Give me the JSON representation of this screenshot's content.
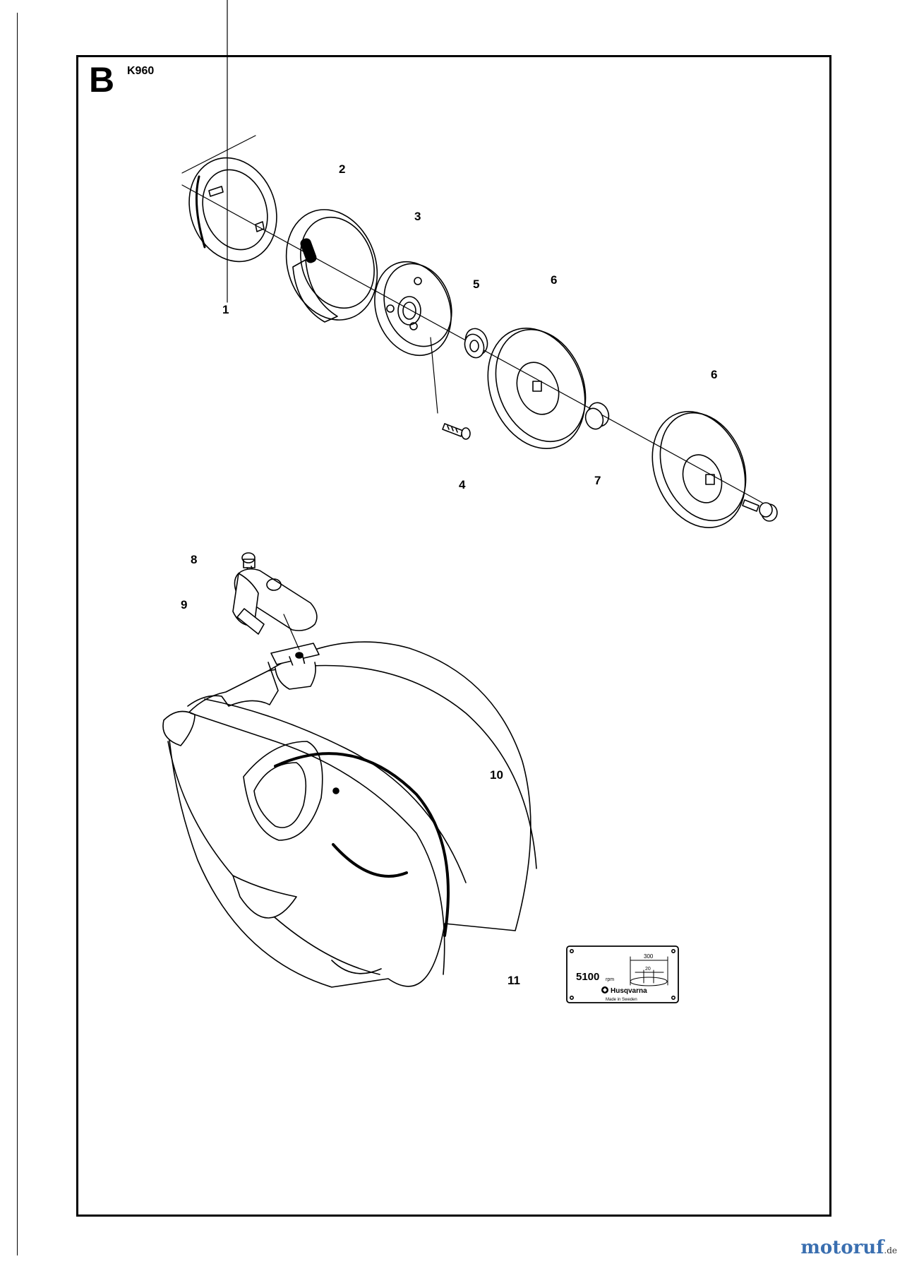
{
  "diagram": {
    "section_letter": "B",
    "model": "K960",
    "callouts": [
      "1",
      "2",
      "3",
      "4",
      "5",
      "6",
      "6",
      "7",
      "8",
      "9",
      "10",
      "11"
    ]
  },
  "plate": {
    "rpm_value": "5100",
    "rpm_unit": "rpm",
    "dim_outer": "300",
    "dim_inner": "20",
    "brand_icon": "husqvarna-crown-icon",
    "brand": "Husqvarna",
    "origin": "Made in Sweden"
  },
  "watermark": {
    "logo_name": "motoruf-logo",
    "text": "motoruf",
    "suffix": ".de"
  },
  "colors": {
    "ink": "#000000",
    "paper": "#ffffff"
  }
}
